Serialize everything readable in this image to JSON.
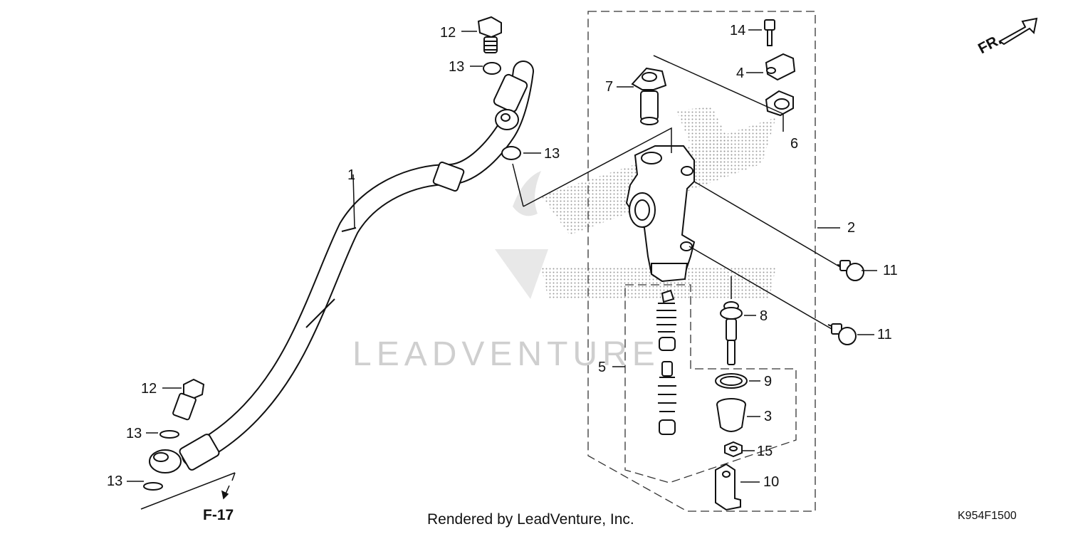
{
  "watermark": {
    "text": "LEADVENTURE"
  },
  "direction_marker": {
    "text": "FR."
  },
  "reference_label": {
    "text": "F-17"
  },
  "footer": {
    "credit": "Rendered by LeadVenture, Inc.",
    "diagram_code": "K954F1500"
  },
  "callouts": {
    "c12_top": "12",
    "c13_top": "13",
    "c13_mid": "13",
    "c1": "1",
    "c12_bottom": "12",
    "c13_bottom_a": "13",
    "c13_bottom_b": "13",
    "c14": "14",
    "c4": "4",
    "c7": "7",
    "c6": "6",
    "c2": "2",
    "c11_top": "11",
    "c11_bottom": "11",
    "c8": "8",
    "c5": "5",
    "c9": "9",
    "c3": "3",
    "c15": "15",
    "c10": "10"
  }
}
